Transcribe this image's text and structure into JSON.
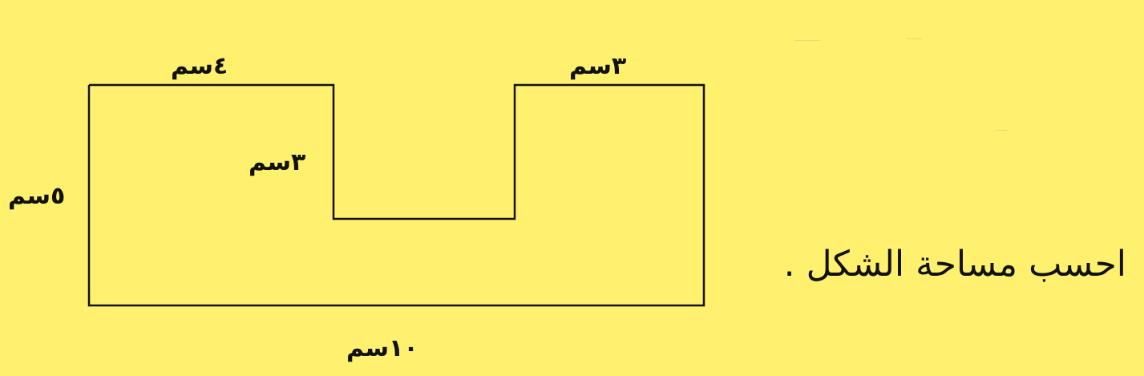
{
  "diagram": {
    "question": "احسب مساحة الشكل .",
    "labels": {
      "top_left_width": "٤سم",
      "top_right_width": "٣سم",
      "notch_depth": "٣سم",
      "left_height": "٥سم",
      "bottom_width": "١٠سم"
    }
  },
  "colors": {
    "background": "#FFF06E",
    "stroke": "#111111"
  }
}
